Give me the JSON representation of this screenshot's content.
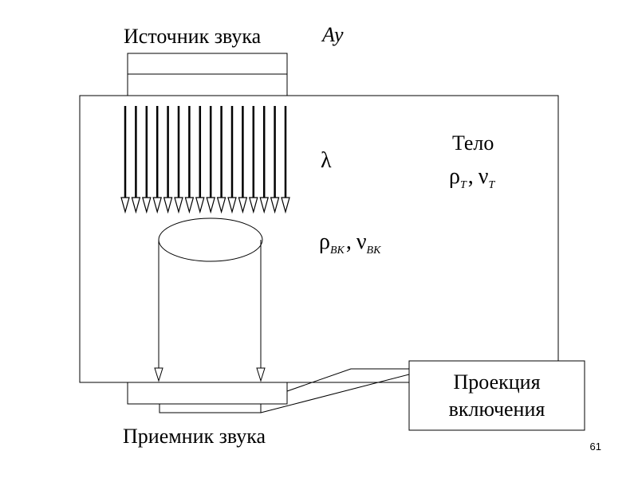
{
  "labels": {
    "source": "Источник звука",
    "au": "Ау",
    "body": "Тело",
    "lambda": "λ",
    "receiver": "Приемник звука",
    "projection_line1": "Проекция",
    "projection_line2": "включения",
    "page_number": "61"
  },
  "symbols": {
    "body_props": {
      "rho": "ρ",
      "rho_sub": "Т",
      "sep": ",",
      "nu": "ν",
      "nu_sub": "Т"
    },
    "inclusion_props": {
      "rho": "ρ",
      "rho_sub": "ВК",
      "sep": ",",
      "nu": "ν",
      "nu_sub": "ВК"
    }
  },
  "wave_arrows": {
    "count": 16
  },
  "colors": {
    "stroke": "#000000",
    "background": "#ffffff"
  }
}
